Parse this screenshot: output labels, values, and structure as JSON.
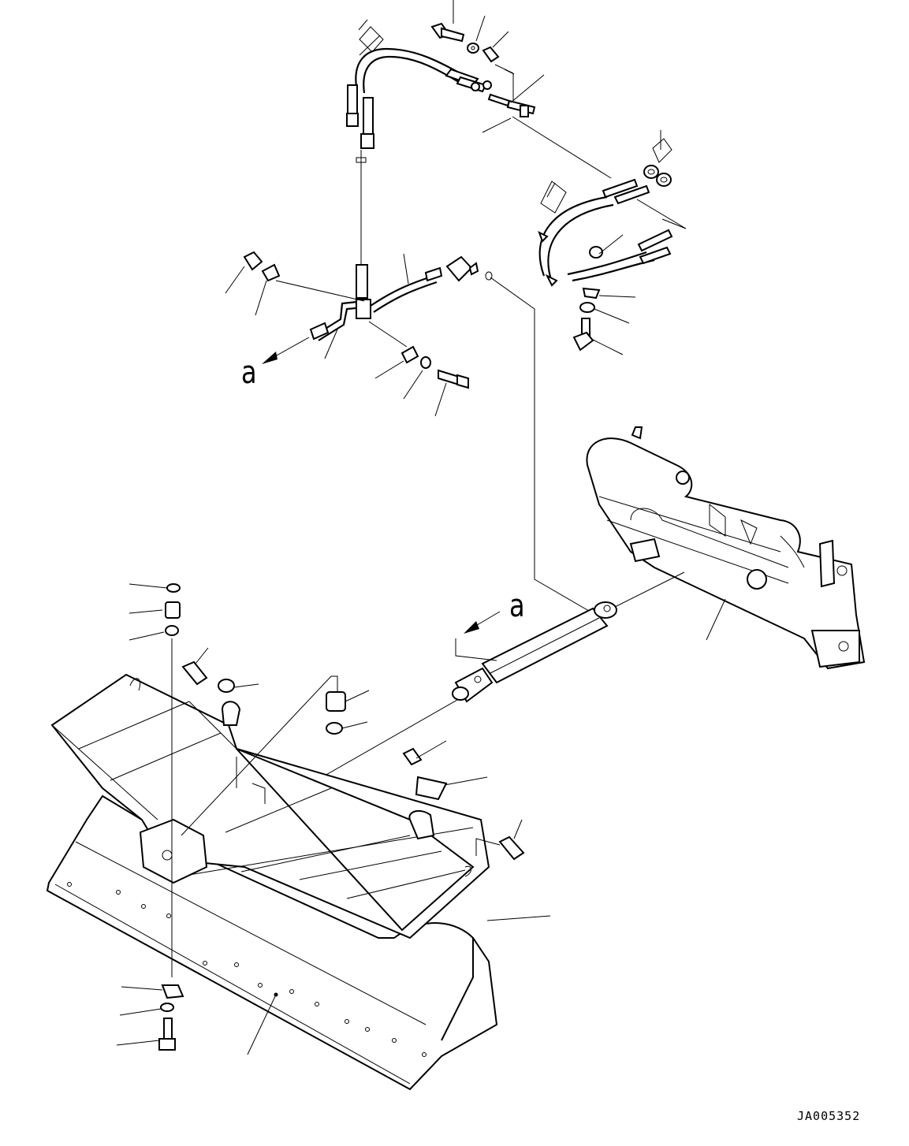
{
  "drawing": {
    "number": "JA005352",
    "view_callouts": [
      {
        "id": "callout-a-upper",
        "letter": "a"
      },
      {
        "id": "callout-a-lower",
        "letter": "a"
      }
    ]
  }
}
